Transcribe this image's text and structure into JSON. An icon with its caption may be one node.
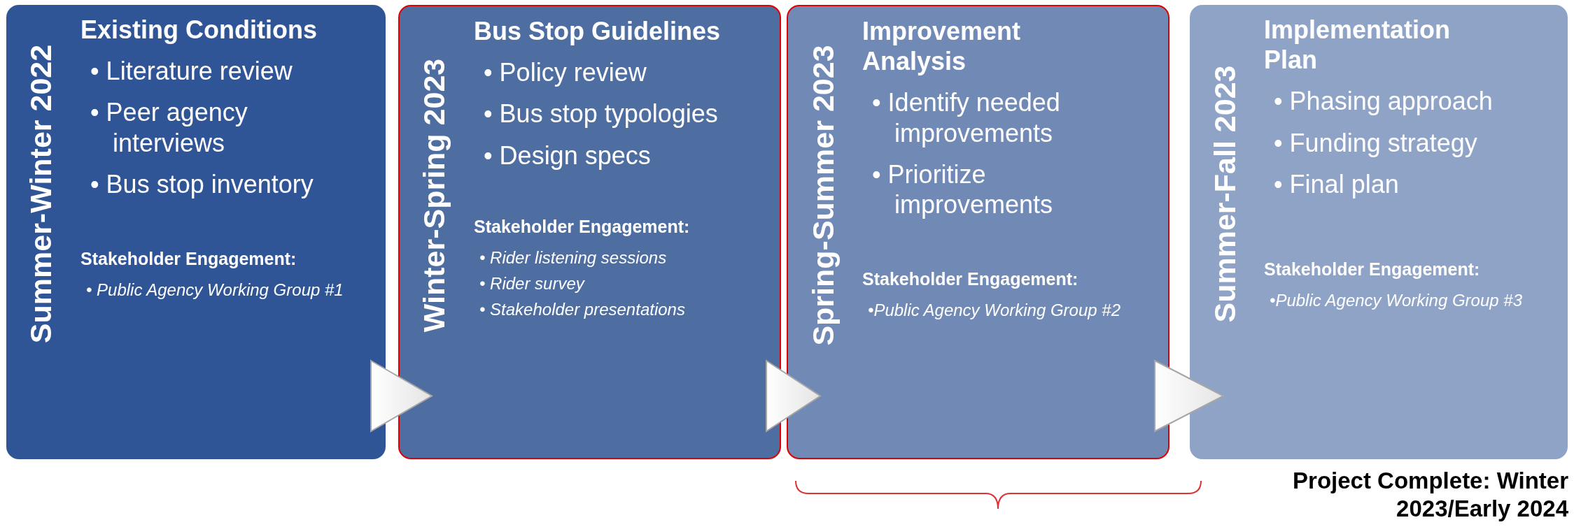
{
  "diagram": {
    "nodes": [
      {
        "text": [
          "Summer-Winter 2022",
          "Existing Conditions",
          "• Literature review",
          "• Peer agency interviews",
          "• Bus stop inventory",
          "Stakeholder Engagement:",
          "• Public Agency Working Group #1"
        ]
      },
      {
        "text": [
          "Winter-Spring 2023",
          "Bus Stop Guidelines",
          "• Policy review",
          "• Bus stop typologies",
          "• Design specs",
          "Stakeholder Engagement:",
          "• Rider listening sessions",
          "• Rider survey",
          "• Stakeholder presentations"
        ]
      },
      {
        "text": [
          "Spring-Summer 2023",
          "Improvement Analysis",
          "• Identify needed improvements",
          "• Prioritize improvements",
          "Stakeholder Engagement:",
          "•Public Agency Working Group #2"
        ]
      },
      {
        "text": [
          "Summer-Fall 2023",
          "Implementation Plan",
          "• Phasing approach",
          "• Funding strategy",
          "• Final plan",
          "Stakeholder Engagement:",
          "•Public Agency Working Group #3"
        ]
      }
    ],
    "edges": [
      {
        "from": 0,
        "to": 1,
        "arrow": "to"
      },
      {
        "from": 1,
        "to": 2,
        "arrow": "to"
      },
      {
        "from": 2,
        "to": 3,
        "arrow": "to"
      }
    ],
    "labels": [
      "Project Complete: Winter 2023/Early 2024"
    ]
  }
}
